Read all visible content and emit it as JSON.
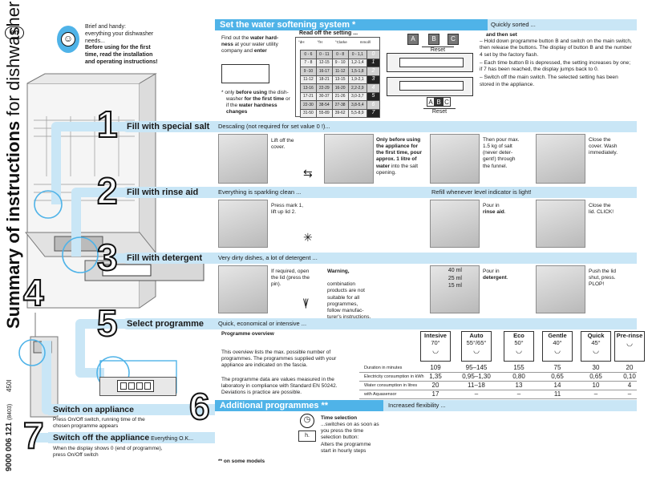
{
  "lang": "en",
  "sidebar": {
    "title_bold": "Summary of instructions",
    "title_rest": " for dishwasher",
    "code_main": "9000 006 121",
    "code_sub": "(8403)",
    "code_end": "450I"
  },
  "intro": {
    "l1": "Brief and handy:",
    "l2": "everything your dishwasher",
    "l3": "needs...",
    "b1": "Before using for the first",
    "b2": "time, read the installation",
    "b3": "and operating instructions!"
  },
  "sections": {
    "s0": {
      "title": "Set the water softening system *",
      "right": "Quickly sorted ..."
    },
    "s1": {
      "num": "1",
      "title": "Fill with special salt",
      "desc": "Descaling (not required for set value 0 !)..."
    },
    "s2": {
      "num": "2",
      "title": "Fill with rinse aid",
      "desc": "Everything is sparkling clean ...",
      "right": "Refill whenever level indicator is light!"
    },
    "s3": {
      "num": "3",
      "title": "Fill with detergent",
      "desc": "Very dirty dishes, a lot of detergent ..."
    },
    "s4": {
      "num": "4",
      "title": "Switch on appliance",
      "t1": "Press On/Off switch, running time of the",
      "t2": "chosen programme appears"
    },
    "s5": {
      "num": "5",
      "title": "Select programme",
      "desc": "Quick, economical or intensive ..."
    },
    "s6": {
      "num": "6",
      "title": "Additional programmes **",
      "right": "Increased flexibility ..."
    },
    "s7": {
      "num": "7",
      "title": "Switch off the appliance",
      "tail": "Everything O.K...",
      "t1": "When the display shows 0 (end of programme),",
      "t2": "press On/Off switch"
    }
  },
  "water": {
    "find1": "Find out the ",
    "find1b": "water hard-",
    "find2b": "ness",
    "find2": " at your water utility",
    "find3": "company and ",
    "find3b": "enter",
    "readoff": "Read off the setting ...",
    "cols": [
      "°dH",
      "°fH",
      "°Clarke",
      "mmol/l"
    ],
    "rows": [
      [
        "0 - 6",
        "0 - 11",
        "0 - 8",
        "0 - 1,1",
        "0"
      ],
      [
        "7 - 8",
        "12-15",
        "9 - 10",
        "1,2-1,4",
        "1"
      ],
      [
        "9 -10",
        "16-17",
        "11-12",
        "1,5-1,8",
        "2"
      ],
      [
        "11-12",
        "18-21",
        "13-15",
        "1,9-2,1",
        "3"
      ],
      [
        "13-16",
        "22-29",
        "16-20",
        "2,2-2,9",
        "4"
      ],
      [
        "17-21",
        "30-37",
        "21-26",
        "3,0-3,7",
        "5"
      ],
      [
        "22-30",
        "38-54",
        "27-38",
        "3,8-5,4",
        "6"
      ],
      [
        "31-50",
        "55-89",
        "39-62",
        "5,5-8,9",
        "7"
      ]
    ],
    "note1": "* only ",
    "note1b": "before using",
    "note1r": " the dish-",
    "note2": "washer ",
    "note2b": "for the first time",
    "note2r": " or",
    "note3": "if the ",
    "note3b": "water hardness",
    "note4b": "changes",
    "btnA": "A",
    "btnB": "B",
    "btnC": "C",
    "reset": "Reset",
    "then": "and then set",
    "step1": "– Hold down programme button B and switch on the main switch, then release the buttons. The display of button B and the number 4 set by the factory flash.",
    "step2": "– Each time button B is depressed, the setting increases by one; if 7 has been reached, the display jumps back to 0.",
    "step3": "– Switch off the main switch. The selected setting has been stored in the appliance."
  },
  "salt": {
    "t1": "Lift off the",
    "t2": "cover.",
    "b1": "Only before using",
    "b2": "the appliance for",
    "b3": "the first time, pour",
    "b4": "approx. 1 litre of",
    "b5": "water",
    "b5r": " into the salt",
    "b6": "opening.",
    "p1": "Then pour max.",
    "p2": "1.5 kg of salt",
    "p3": "(never deter-",
    "p4": "gent!) through",
    "p5": "the funnel.",
    "c1": "Close the",
    "c2": "cover. Wash",
    "c3": "immediately."
  },
  "rinse": {
    "t1": "Press mark 1,",
    "t2": "lift up lid 2.",
    "p1": "Pour in",
    "p2": "rinse aid",
    "c1": "Close the",
    "c2": "lid. CLICK!"
  },
  "det": {
    "o1": "If required, open",
    "o2": "the lid (press the",
    "o3": "pin).",
    "warn": "Warning,",
    "w1": "combination",
    "w2": "products are not",
    "w3": "suitable for all",
    "w4": "programmes,",
    "w5": "follow manufac-",
    "w6": "turer's instructions.",
    "ml1": "40 ml",
    "ml2": "25 ml",
    "ml3": "15 ml",
    "p1": "Pour in",
    "p2": "detergent",
    "c1": "Push the lid",
    "c2": "shut, press.",
    "c3": "PLOP!"
  },
  "prog": {
    "overview": "Programme overview",
    "o1": "This overview lists the max. possible number of",
    "o2": "programmes. The programmes supplied with your",
    "o3": "appliance are indicated on the fascia.",
    "d1": "The programme data are values measured in the",
    "d2": "laboratory in compliance with Standard EN 50242.",
    "d3": "Deviations is practice are possible.",
    "names": [
      [
        "Intesive",
        "70°"
      ],
      [
        "Auto",
        "55°/65°"
      ],
      [
        "Eco",
        "50°"
      ],
      [
        "Gentle",
        "40°"
      ],
      [
        "Quick",
        "45°"
      ],
      [
        "Pre-rinse",
        ""
      ]
    ],
    "lines": [
      {
        "label": "Duration in minutes",
        "vals": [
          "109",
          "95–145",
          "155",
          "75",
          "30",
          "20"
        ]
      },
      {
        "label": "Electricity consumption in kWh",
        "vals": [
          "1,35",
          "0,95–1,30",
          "0,80",
          "0,65",
          "0,65",
          "0,10"
        ]
      },
      {
        "label": "Water consumption in litres",
        "vals": [
          "20",
          "11–18",
          "13",
          "14",
          "10",
          "4"
        ]
      },
      {
        "label": "with Aquasensor",
        "vals": [
          "17",
          "–",
          "–",
          "11",
          "–",
          "–"
        ]
      }
    ]
  },
  "timer": {
    "title": "Time selection",
    "t1": "...switches on as soon as",
    "t2": "you press the time",
    "t3": "selection button:",
    "t4": "Alters the programme",
    "t5": "start in hourly steps",
    "h": "h."
  },
  "footnote": "** on some models"
}
